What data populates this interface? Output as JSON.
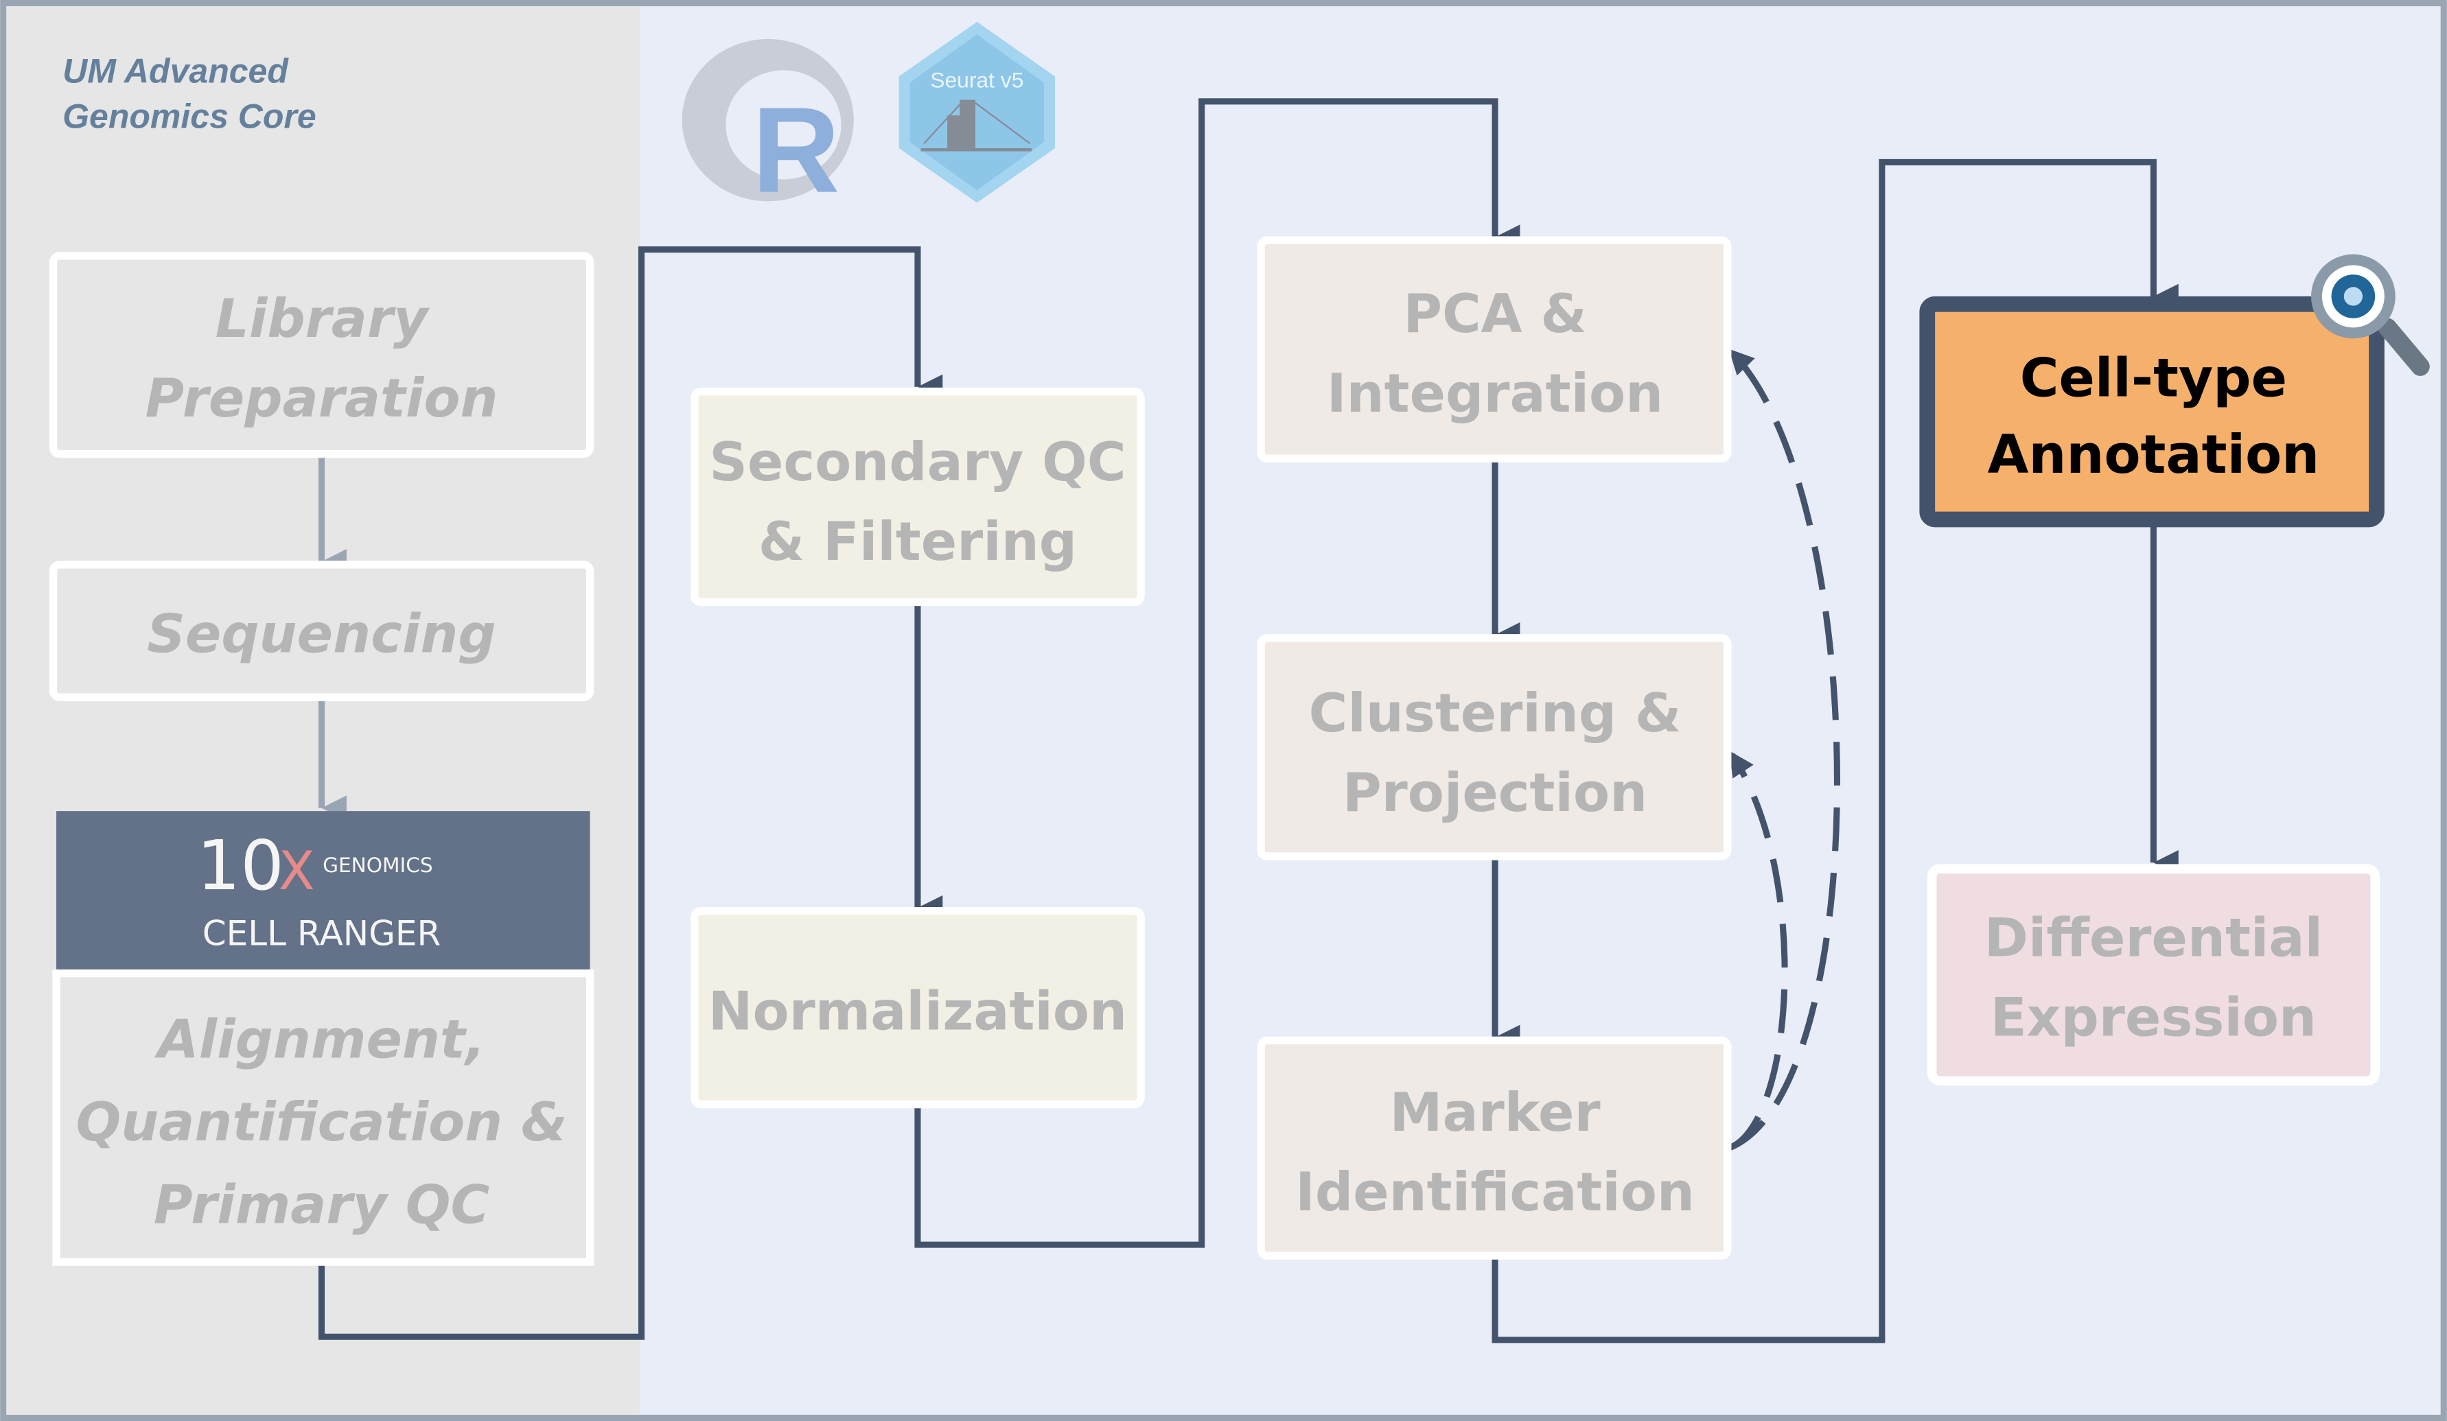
{
  "org_title": [
    "UM Advanced",
    "Genomics Core"
  ],
  "logos": {
    "r": "R",
    "seurat": "Seurat v5",
    "tenx_mark": "10",
    "tenx_x": "X",
    "tenx_genomics": "GENOMICS",
    "cellranger": "CELL RANGER"
  },
  "steps": {
    "library_prep": [
      "Library",
      "Preparation"
    ],
    "sequencing": [
      "Sequencing"
    ],
    "alignment": [
      "Alignment,",
      "Quantification &",
      "Primary QC"
    ],
    "secondary_qc": [
      "Secondary QC",
      "& Filtering"
    ],
    "normalization": [
      "Normalization"
    ],
    "pca": [
      "PCA &",
      "Integration"
    ],
    "clustering": [
      "Clustering &",
      "Projection"
    ],
    "marker": [
      "Marker",
      "Identification"
    ],
    "annotation": [
      "Cell-type",
      "Annotation"
    ],
    "de": [
      "Differential",
      "Expression"
    ]
  },
  "highlighted_step": "annotation",
  "colors": {
    "border": "#9aa5b4",
    "left_panel": "#e6e6e6",
    "right_panel": "#e9edf7",
    "connector": "#43536b",
    "faded_text": "#b5b5b5",
    "org_text": "#64809c",
    "cream": "#f2f0e5",
    "warm": "#efeae6",
    "pink": "#efdde1",
    "orange": "#f5b06b",
    "cellranger_bg": "#637288"
  }
}
